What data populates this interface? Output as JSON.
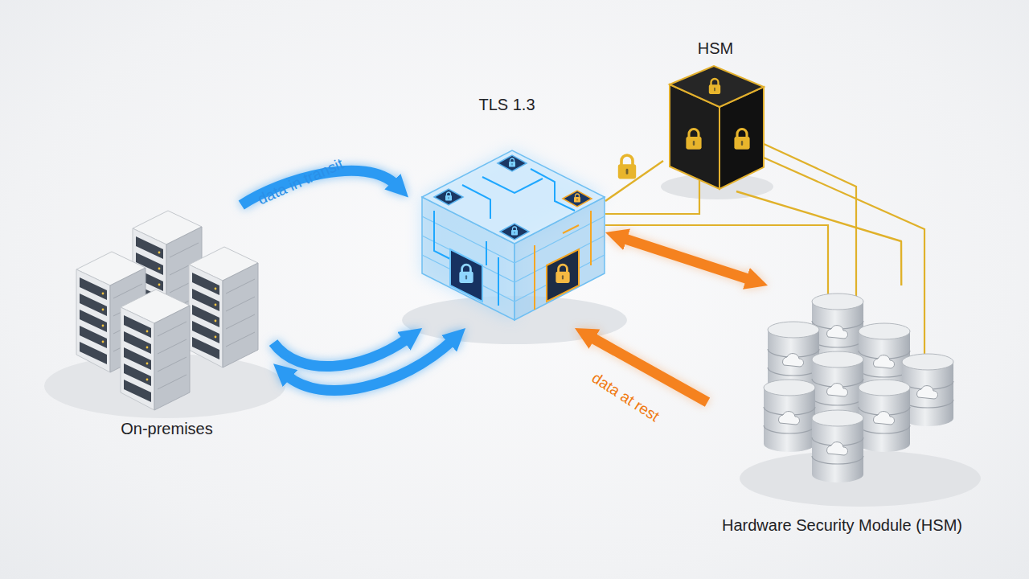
{
  "diagram": {
    "nodes": [
      {
        "text": [
          "On-premises"
        ]
      },
      {
        "text": [
          "TLS 1.3"
        ]
      },
      {
        "text": [
          "HSM"
        ]
      },
      {
        "text": [
          "Hardware Security Module (HSM)"
        ]
      }
    ],
    "edges": [
      {
        "from": 0,
        "to": 1,
        "arrow": "to",
        "label": "data in transit"
      },
      {
        "from": 0,
        "to": 1,
        "arrow": "to"
      },
      {
        "from": 0,
        "to": 1,
        "arrow": "both"
      },
      {
        "from": 1,
        "to": 3,
        "arrow": "both"
      },
      {
        "from": 3,
        "to": 1,
        "arrow": "to",
        "label": "data at rest"
      },
      {
        "from": 1,
        "to": 2,
        "arrow": "none"
      },
      {
        "from": 2,
        "to": 3,
        "arrow": "none"
      }
    ]
  }
}
